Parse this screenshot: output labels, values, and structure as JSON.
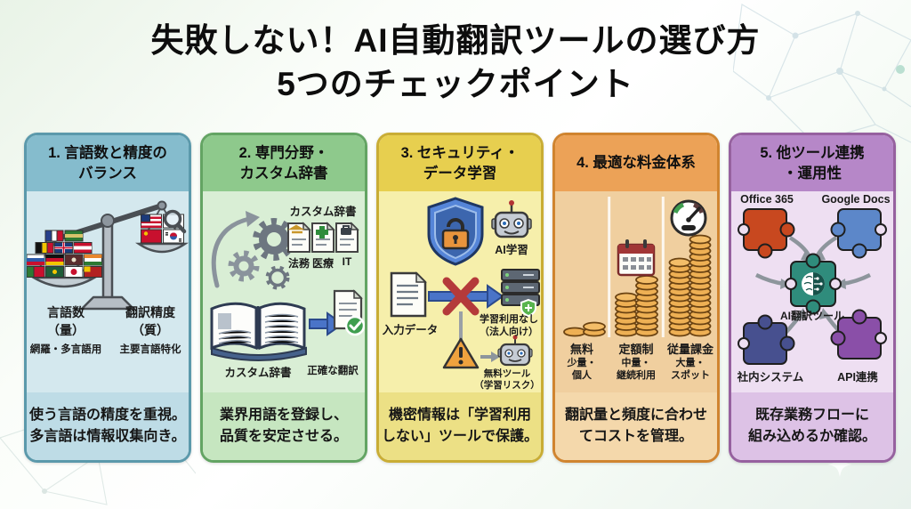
{
  "title": {
    "line1": "失敗しない！AI自動翻訳ツールの選び方",
    "line2": "5つのチェックポイント"
  },
  "cards": [
    {
      "heading_line1": "1. 言語数と精度の",
      "heading_line2": "バランス",
      "colors": {
        "header": "#85bccd",
        "body": "#d4e8ee",
        "caption": "#bedce6",
        "border": "#5b99ab"
      },
      "icons": [
        "balance-scale-icon",
        "flag-icons",
        "magnifier-icon"
      ],
      "labels": {
        "left_title": "言語数",
        "left_sub": "（量）",
        "left_note": "網羅・多言語用",
        "right_title": "翻訳精度",
        "right_sub": "（質）",
        "right_note": "主要言語特化"
      },
      "caption": "使う言語の精度を重視。\n多言語は情報収集向き。"
    },
    {
      "heading_line1": "2. 専門分野・",
      "heading_line2": "カスタム辞書",
      "colors": {
        "header": "#8ec98c",
        "body": "#d9eed5",
        "caption": "#c6e6c0",
        "border": "#63a463"
      },
      "icons": [
        "gear-icons",
        "curved-arrow-icon",
        "document-icons",
        "open-book-icon",
        "arrow-right-icon",
        "check-document-icon"
      ],
      "labels": {
        "dict_title": "カスタム辞書",
        "tag1": "法務",
        "tag2": "医療",
        "tag3": "IT",
        "book_label": "カスタム辞書",
        "result_label": "正確な翻訳"
      },
      "caption": "業界用語を登録し、\n品質を安定させる。"
    },
    {
      "heading_line1": "3. セキュリティ・",
      "heading_line2": "データ学習",
      "colors": {
        "header": "#e7cf4f",
        "body": "#f6efab",
        "caption": "#ece085",
        "border": "#c9ad35"
      },
      "icons": [
        "shield-lock-icon",
        "robot-icon",
        "document-icon",
        "blocked-arrow-icon",
        "server-shield-icon",
        "warning-triangle-icon"
      ],
      "labels": {
        "ai_robot": "AI学習",
        "input": "入力データ",
        "server": "学習利用なし\n（法人向け）",
        "free_tool": "無料ツール\n（学習リスク）"
      },
      "caption": "機密情報は「学習利用\nしない」ツールで保護。"
    },
    {
      "heading_line1": "4. 最適な料金体系",
      "heading_line2": "",
      "colors": {
        "header": "#eca257",
        "body": "#f0cf9f",
        "caption": "#f4d8ab",
        "border": "#d0842f"
      },
      "icons": [
        "coin-stack-icons",
        "calendar-icon",
        "gauge-icon"
      ],
      "tiers": [
        {
          "title": "無料",
          "sub": "少量・\n個人"
        },
        {
          "title": "定額制",
          "sub": "中量・\n継続利用"
        },
        {
          "title": "従量課金",
          "sub": "大量・\nスポット"
        }
      ],
      "caption": "翻訳量と頻度に合わせ\nてコストを管理。"
    },
    {
      "heading_line1": "5. 他ツール連携",
      "heading_line2": "・運用性",
      "colors": {
        "header": "#b687c8",
        "body": "#eedff2",
        "caption": "#ddc2e6",
        "border": "#96619f"
      },
      "icons": [
        "puzzle-piece-icons",
        "brain-icon",
        "curved-arrow-icons"
      ],
      "labels": {
        "top_left": "Office 365",
        "top_right": "Google Docs",
        "center": "AI翻訳ツール",
        "bottom_left": "社内システム",
        "bottom_right": "API連携"
      },
      "caption": "既存業務フローに\n組み込めるか確認。"
    }
  ]
}
